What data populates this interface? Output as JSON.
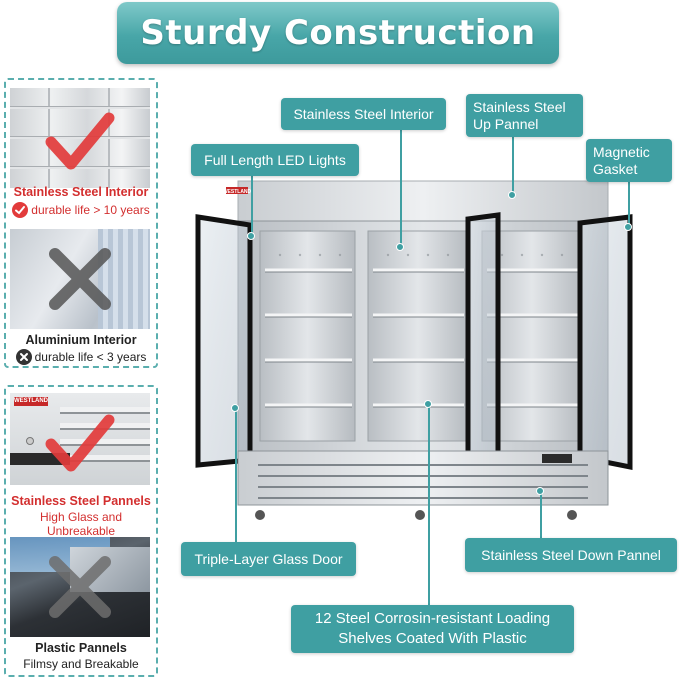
{
  "banner": {
    "title": "Sturdy Construction"
  },
  "comparison": {
    "interior_good": {
      "title": "Stainless Steel Interior",
      "note": "durable life > 10 years"
    },
    "interior_bad": {
      "title": "Aluminium Interior",
      "note": "durable life < 3 years"
    },
    "panel_good": {
      "title": "Stainless Steel Pannels",
      "note": "High Glass and Unbreakable",
      "logo": "WESTLAND"
    },
    "panel_bad": {
      "title": "Plastic Pannels",
      "note": "Filmsy and Breakable"
    }
  },
  "callouts": {
    "interior": "Stainless Steel Interior",
    "up_panel_line1": "Stainless Steel",
    "up_panel_line2": "Up Pannel",
    "led": "Full Length LED Lights",
    "gasket_line1": "Magnetic",
    "gasket_line2": "Gasket",
    "glass_door": "Triple-Layer Glass Door",
    "down_panel": "Stainless Steel Down Pannel",
    "shelves_line1": "12 Steel Corrosin-resistant Loading",
    "shelves_line2": "Shelves Coated With Plastic"
  },
  "fridge": {
    "brand": "WESTLAND"
  },
  "colors": {
    "accent": "#3f9fa2",
    "good": "#d32f2f",
    "bad": "#444444"
  }
}
